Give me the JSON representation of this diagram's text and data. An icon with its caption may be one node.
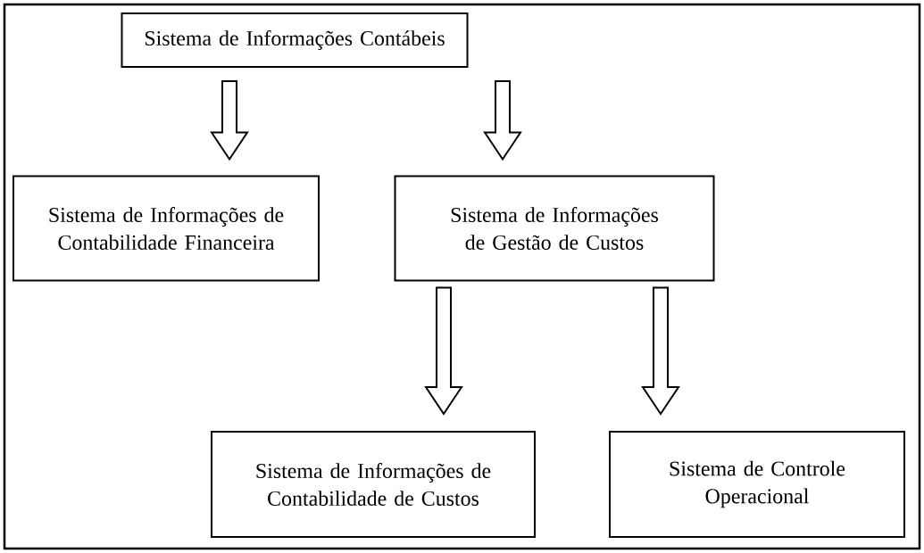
{
  "diagram": {
    "nodes": [
      {
        "text": [
          "Sistema de Informações Contábeis"
        ]
      },
      {
        "text": [
          "Sistema de Informações de Contabilidade Financeira"
        ]
      },
      {
        "text": [
          "Sistema de Informações de Gestão de Custos"
        ]
      },
      {
        "text": [
          "Sistema de Informações de Contabilidade de Custos"
        ]
      },
      {
        "text": [
          "Sistema de Controle Operacional"
        ]
      }
    ],
    "edges": [
      {
        "from": 0,
        "to": 1,
        "arrow": "to"
      },
      {
        "from": 0,
        "to": 2,
        "arrow": "to"
      },
      {
        "from": 2,
        "to": 3,
        "arrow": "to"
      },
      {
        "from": 2,
        "to": 4,
        "arrow": "to"
      }
    ]
  }
}
